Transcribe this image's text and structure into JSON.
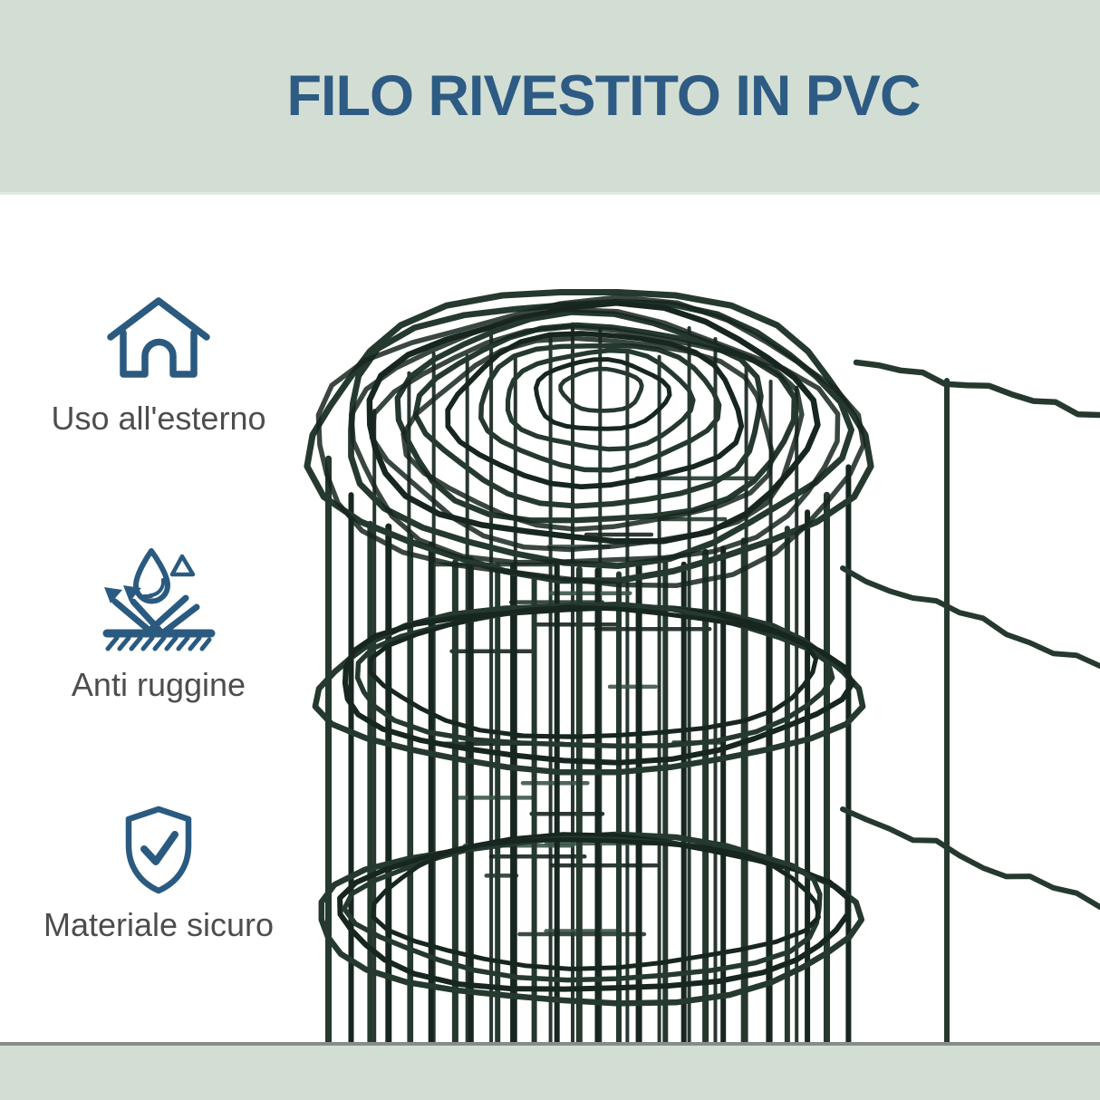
{
  "header": {
    "title": "FILO RIVESTITO IN PVC"
  },
  "features": [
    {
      "icon": "house-icon",
      "label": "Uso all'esterno"
    },
    {
      "icon": "anti-rust-icon",
      "label": "Anti ruggine"
    },
    {
      "icon": "shield-check-icon",
      "label": "Materiale sicuro"
    }
  ],
  "photo": {
    "subject": "Rotolo di rete metallica plastificata in PVC verde scuro con maglia srotolata"
  },
  "colors": {
    "band_bg": "#d2ded4",
    "title_blue": "#2e5b83",
    "icon_blue": "#2b5a80",
    "label_gray": "#4d4d4d",
    "wire": "#25392f",
    "wire_dark": "#17261f",
    "wire_light": "#3d564a",
    "divider": "#868d88",
    "content_bg": "#ffffff"
  }
}
